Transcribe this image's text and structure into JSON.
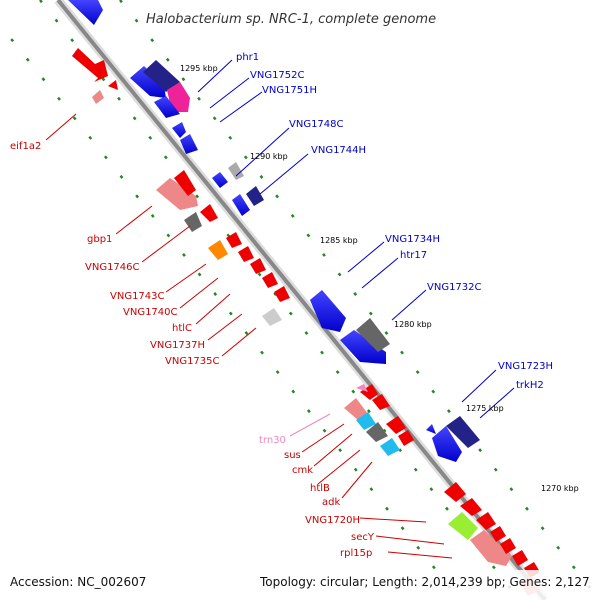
{
  "title": "Halobacterium sp. NRC-1, complete genome",
  "footer": {
    "accession": "Accession: NC_002607",
    "summary": "Topology: circular; Length: 2,014,239 bp; Genes: 2,127"
  },
  "ticks": [
    "1295 kbp",
    "1290 kbp",
    "1285 kbp",
    "1280 kbp",
    "1275 kbp",
    "1270 kbp"
  ],
  "genes_plus": [
    "phr1",
    "VNG1752C",
    "VNG1751H",
    "VNG1748C",
    "VNG1744H",
    "VNG1734H",
    "htr17",
    "VNG1732C",
    "VNG1723H",
    "trkH2"
  ],
  "genes_minus": [
    "eif1a2",
    "gbp1",
    "VNG1746C",
    "VNG1743C",
    "VNG1740C",
    "htlC",
    "VNG1737H",
    "VNG1735C",
    "trn30",
    "sus",
    "cmk",
    "htlB",
    "adk",
    "VNG1720H",
    "secY",
    "rpl15p"
  ],
  "colors": {
    "backbone": "#888888",
    "blue": "#0000ee",
    "navy": "#222288",
    "red": "#ee0000",
    "pink": "#ee8888",
    "gray": "#666666",
    "orange": "#ff8800",
    "cyan": "#22bbee",
    "lime": "#99ee33",
    "magenta": "#ee2299",
    "dot": "#228822"
  }
}
